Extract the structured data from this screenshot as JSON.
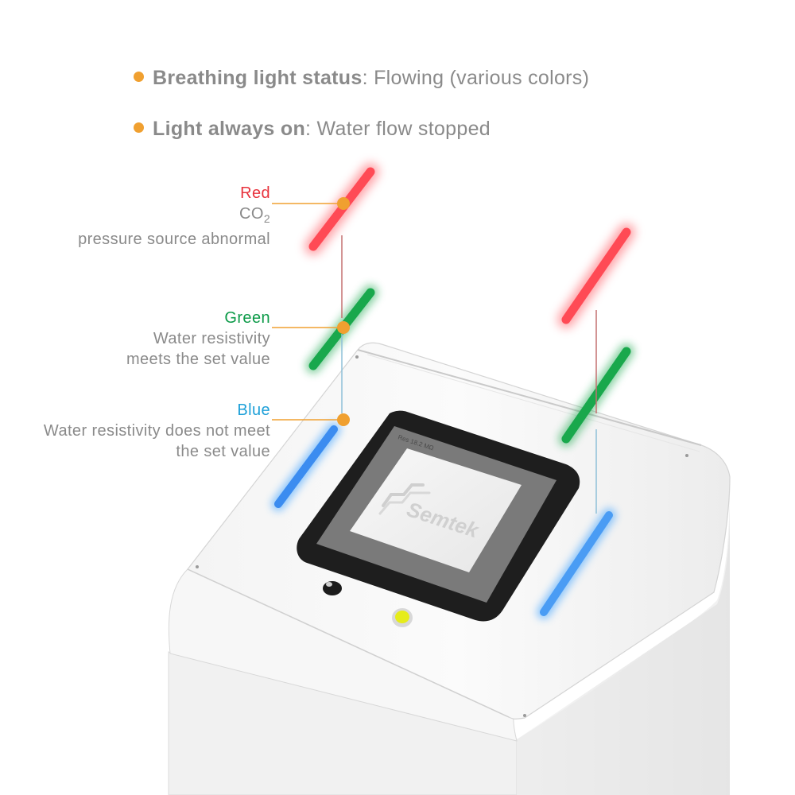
{
  "legend": [
    {
      "term": "Breathing light status",
      "desc": "Flowing (various colors)"
    },
    {
      "term": "Light always on",
      "desc": "Water flow stopped"
    }
  ],
  "indicators": {
    "red": {
      "name": "Red",
      "lines": [
        "CO",
        "pressure source abnormal"
      ],
      "subscript": "2"
    },
    "green": {
      "name": "Green",
      "lines": [
        "Water resistivity",
        "meets the set value"
      ]
    },
    "blue": {
      "name": "Blue",
      "lines": [
        "Water resistivity does not meet",
        "the set value"
      ]
    }
  },
  "colors": {
    "red": "#e8323c",
    "green": "#0c9a48",
    "blue": "#1ea0d8",
    "marker": "#f0a030",
    "text": "#8a8a8a"
  },
  "device": {
    "brand": "Semtek",
    "screen_caption": "Res 18.2 MΩ"
  }
}
